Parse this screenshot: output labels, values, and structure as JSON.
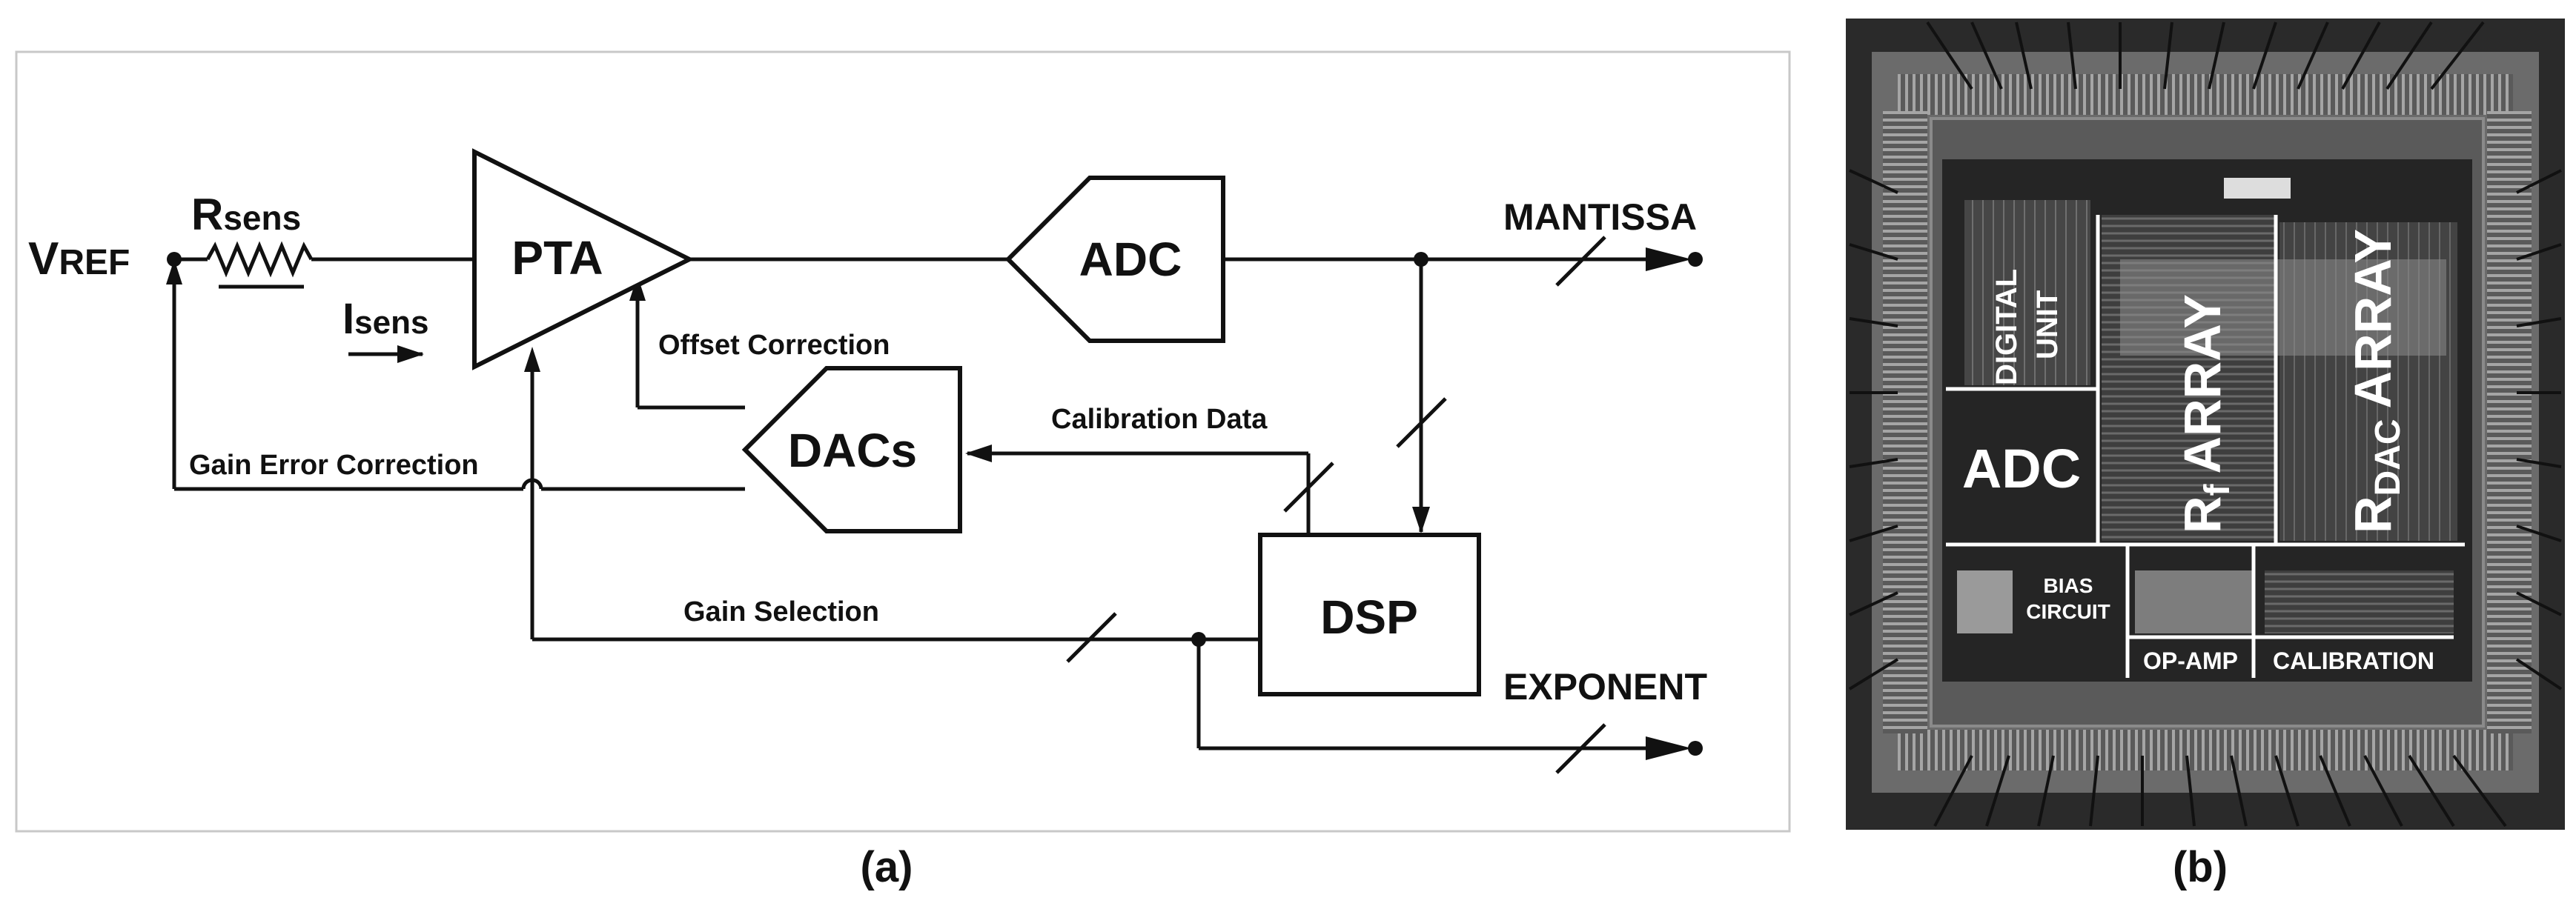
{
  "panel_a": {
    "caption": "(a)",
    "blocks": {
      "pta": "PTA",
      "adc": "ADC",
      "dacs": "DACs",
      "dsp": "DSP"
    },
    "labels": {
      "vref_main": "V",
      "vref_sub": "REF",
      "rsens_main": "R",
      "rsens_sub": "sens",
      "isens_main": "I",
      "isens_sub": "sens",
      "mantissa": "MANTISSA",
      "exponent": "EXPONENT",
      "offset_correction": "Offset Correction",
      "calibration_data": "Calibration Data",
      "gain_error_correction": "Gain Error Correction",
      "gain_selection": "Gain Selection"
    }
  },
  "panel_b": {
    "caption": "(b)",
    "labels": {
      "digital_unit_1": "DIGITAL",
      "digital_unit_2": "UNIT",
      "adc": "ADC",
      "rf_main": "R",
      "rf_sub": "f",
      "rf_array": "ARRAY",
      "rdac_main": "R",
      "rdac_sub": "DAC",
      "rdac_array": "ARRAY",
      "bias_1": "BIAS",
      "bias_2": "CIRCUIT",
      "op_amp": "OP-AMP",
      "calibration": "CALIBRATION"
    }
  }
}
